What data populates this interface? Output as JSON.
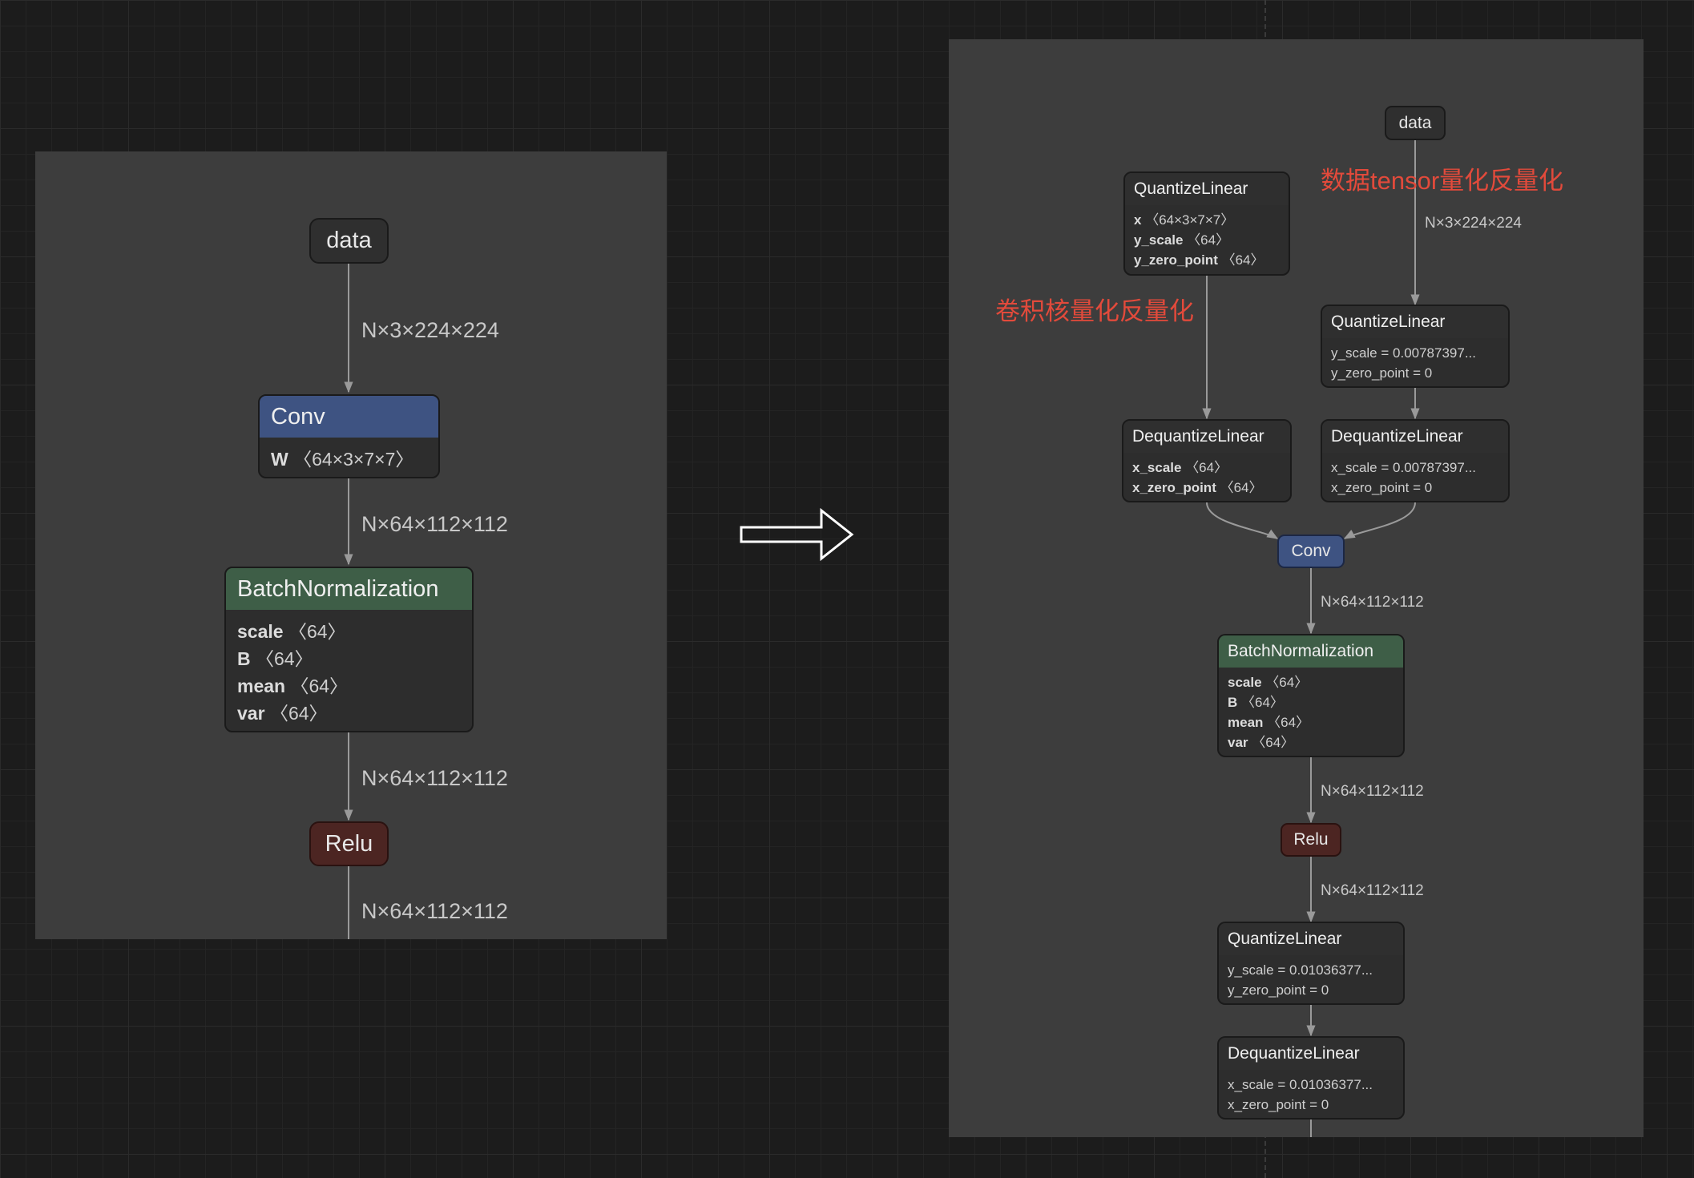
{
  "left": {
    "data_label": "data",
    "edge1": "N×3×224×224",
    "conv": {
      "title": "Conv",
      "attrs": [
        {
          "name": "W",
          "value": "〈64×3×7×7〉"
        }
      ]
    },
    "edge2": "N×64×112×112",
    "bn": {
      "title": "BatchNormalization",
      "attrs": [
        {
          "name": "scale",
          "value": "〈64〉"
        },
        {
          "name": "B",
          "value": "〈64〉"
        },
        {
          "name": "mean",
          "value": "〈64〉"
        },
        {
          "name": "var",
          "value": "〈64〉"
        }
      ]
    },
    "edge3": "N×64×112×112",
    "relu_label": "Relu",
    "edge4": "N×64×112×112"
  },
  "right": {
    "data_label": "data",
    "note_data": "数据tensor量化反量化",
    "note_kernel": "卷积核量化反量化",
    "edge_data": "N×3×224×224",
    "q_weight": {
      "title": "QuantizeLinear",
      "attrs": [
        {
          "name": "x",
          "value": "〈64×3×7×7〉"
        },
        {
          "name": "y_scale",
          "value": "〈64〉"
        },
        {
          "name": "y_zero_point",
          "value": "〈64〉"
        }
      ]
    },
    "q_data": {
      "title": "QuantizeLinear",
      "lines": [
        "y_scale = 0.00787397...",
        "y_zero_point = 0"
      ]
    },
    "dq_weight": {
      "title": "DequantizeLinear",
      "attrs": [
        {
          "name": "x_scale",
          "value": "〈64〉"
        },
        {
          "name": "x_zero_point",
          "value": "〈64〉"
        }
      ]
    },
    "dq_data": {
      "title": "DequantizeLinear",
      "lines": [
        "x_scale = 0.00787397...",
        "x_zero_point = 0"
      ]
    },
    "conv_label": "Conv",
    "edge_conv_bn": "N×64×112×112",
    "bn": {
      "title": "BatchNormalization",
      "attrs": [
        {
          "name": "scale",
          "value": "〈64〉"
        },
        {
          "name": "B",
          "value": "〈64〉"
        },
        {
          "name": "mean",
          "value": "〈64〉"
        },
        {
          "name": "var",
          "value": "〈64〉"
        }
      ]
    },
    "edge_bn_relu": "N×64×112×112",
    "relu_label": "Relu",
    "edge_relu_q": "N×64×112×112",
    "q_out": {
      "title": "QuantizeLinear",
      "lines": [
        "y_scale = 0.01036377...",
        "y_zero_point = 0"
      ]
    },
    "dq_out": {
      "title": "DequantizeLinear",
      "lines": [
        "x_scale = 0.01036377...",
        "x_zero_point = 0"
      ]
    }
  }
}
